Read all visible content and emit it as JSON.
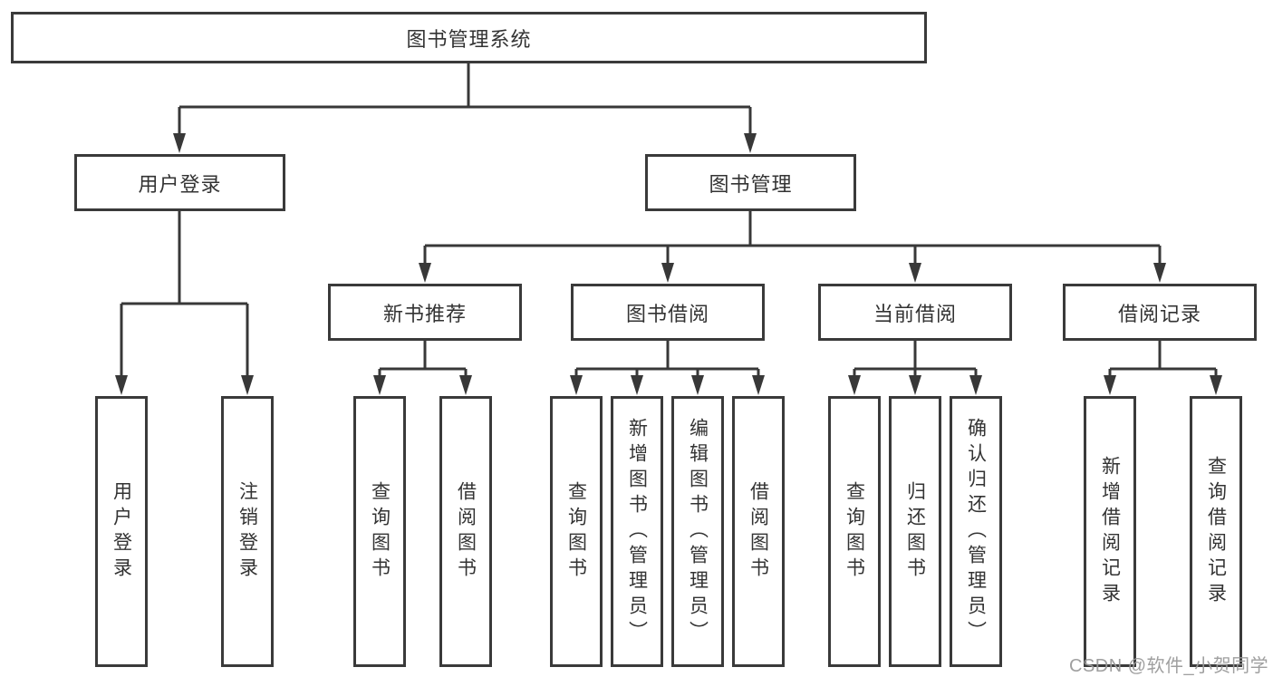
{
  "diagram": {
    "type": "tree",
    "root": {
      "label": "图书管理系统",
      "children": [
        {
          "label": "用户登录",
          "children": [
            {
              "label": "用户登录"
            },
            {
              "label": "注销登录"
            }
          ]
        },
        {
          "label": "图书管理",
          "children": [
            {
              "label": "新书推荐",
              "children": [
                {
                  "label": "查询图书"
                },
                {
                  "label": "借阅图书"
                }
              ]
            },
            {
              "label": "图书借阅",
              "children": [
                {
                  "label": "查询图书"
                },
                {
                  "label": "新增图书（管理员）"
                },
                {
                  "label": "编辑图书（管理员）"
                },
                {
                  "label": "借阅图书"
                }
              ]
            },
            {
              "label": "当前借阅",
              "children": [
                {
                  "label": "查询图书"
                },
                {
                  "label": "归还图书"
                },
                {
                  "label": "确认归还（管理员）"
                }
              ]
            },
            {
              "label": "借阅记录",
              "children": [
                {
                  "label": "新增借阅记录"
                },
                {
                  "label": "查询借阅记录"
                }
              ]
            }
          ]
        }
      ]
    }
  },
  "watermark": {
    "text": "CSDN @软件_小贺同学",
    "color": "#9a9a9a"
  },
  "colors": {
    "line": "#383838",
    "border": "#3a3a3a",
    "text": "#333333",
    "background": "#ffffff"
  }
}
